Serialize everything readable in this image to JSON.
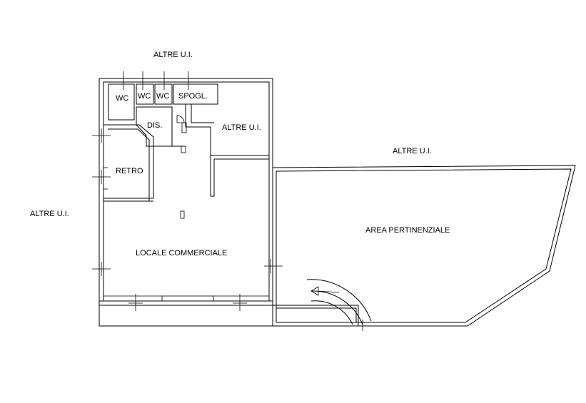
{
  "labels": {
    "altre_top": "ALTRE U.I.",
    "altre_left": "ALTRE U.I.",
    "altre_right_room": "ALTRE U.I.",
    "altre_far_right": "ALTRE U.I.",
    "wc1": "WC",
    "wc2": "WC",
    "wc3": "WC",
    "spogl": "SPOGL.",
    "dis": "DIS.",
    "retro": "RETRO",
    "locale": "LOCALE COMMERCIALE",
    "area": "AREA PERTINENZIALE"
  }
}
